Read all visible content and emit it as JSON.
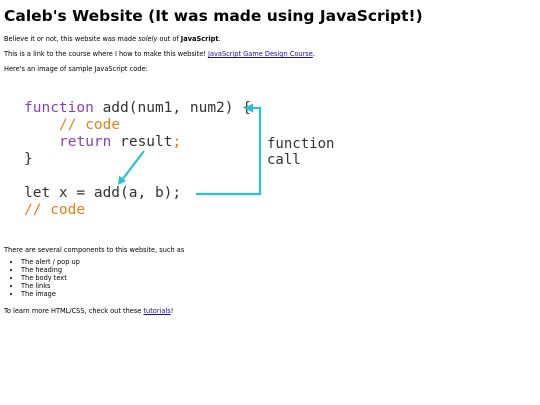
{
  "heading": "Caleb's Website (It was made using JavaScript!)",
  "intro": {
    "before": "Believe it or not, this website was made ",
    "emphasis": "solely",
    "middle": " out of ",
    "strong": "JavaScript",
    "after": "."
  },
  "course": {
    "before": "This is a link to the course where I how to make this website! ",
    "link_text": "JavaScript Game Design Course",
    "after": "."
  },
  "image_caption": "Here's an image of sample JavaScript code:",
  "code_image": {
    "line1_keyword": "function",
    "line1_rest": " add(num1, num2) {",
    "line2_comment": "// code",
    "line3_keyword": "return",
    "line3_plain": " result",
    "line3_semicolon": ";",
    "line4": "}",
    "line5": "let x = add(a, b);",
    "line6_comment": "// code",
    "annotation_line1": "function",
    "annotation_line2": "call",
    "colors": {
      "keyword": "#8a3fb8",
      "comment": "#e0801a",
      "text": "#333333",
      "arrow": "#29c0d8"
    }
  },
  "components_intro": "There are several components to this website, such as",
  "components": [
    "The alert / pop up",
    "The heading",
    "The body text",
    "The links",
    "The image"
  ],
  "tutorials": {
    "before": "To learn more HTML/CSS, check out these ",
    "link_text": "tutorials",
    "after": "!"
  }
}
